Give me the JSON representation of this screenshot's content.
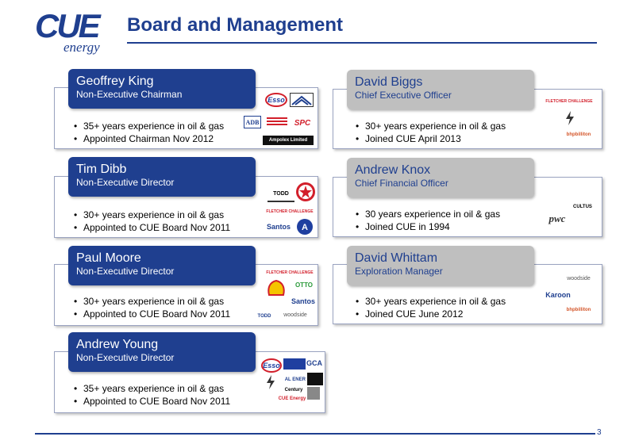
{
  "header": {
    "logo_main": "CUE",
    "logo_sub": "energy",
    "title": "Board and Management"
  },
  "page_number": "3",
  "people": [
    {
      "name": "Geoffrey King",
      "role": "Non-Executive Chairman",
      "bullets": [
        "35+ years experience in oil & gas",
        "Appointed Chairman Nov 2012"
      ],
      "logos": [
        "Esso",
        "ADB",
        "SPC",
        "Ampolex Limited"
      ]
    },
    {
      "name": "Tim Dibb",
      "role": "Non-Executive Director",
      "bullets": [
        "30+ years experience in oil & gas",
        "Appointed to CUE Board Nov 2011"
      ],
      "logos": [
        "TODD",
        "FLETCHER CHALLENGE",
        "Santos"
      ]
    },
    {
      "name": "Paul Moore",
      "role": "Non-Executive Director",
      "bullets": [
        "30+ years experience in oil & gas",
        "Appointed to CUE Board Nov 2011"
      ],
      "logos": [
        "FLETCHER CHALLENGE",
        "OTTO",
        "Santos",
        "TODD",
        "woodside"
      ]
    },
    {
      "name": "Andrew Young",
      "role": "Non-Executive Director",
      "bullets": [
        "35+ years experience in oil & gas",
        "Appointed to CUE Board Nov 2011"
      ],
      "logos": [
        "Esso",
        "GCA",
        "REAL ENERGY",
        "Century",
        "CUE Energy"
      ]
    },
    {
      "name": "David Biggs",
      "role": "Chief Executive Officer",
      "bullets": [
        "30+ years experience in oil & gas",
        "Joined CUE  April 2013"
      ],
      "logos": [
        "FLETCHER CHALLENGE",
        "bhpbilliton"
      ]
    },
    {
      "name": "Andrew Knox",
      "role": "Chief Financial Officer",
      "bullets": [
        "30 years experience in oil & gas",
        "Joined CUE in 1994"
      ],
      "logos": [
        "CULTUS",
        "pwc"
      ]
    },
    {
      "name": "David Whittam",
      "role": "Exploration Manager",
      "bullets": [
        "30+ years experience in oil & gas",
        "Joined CUE June 2012"
      ],
      "logos": [
        "woodside",
        "Karoon",
        "bhpbilliton"
      ]
    }
  ],
  "colors": {
    "navy": "#1f3f8f",
    "grey": "#bfbfbf"
  }
}
